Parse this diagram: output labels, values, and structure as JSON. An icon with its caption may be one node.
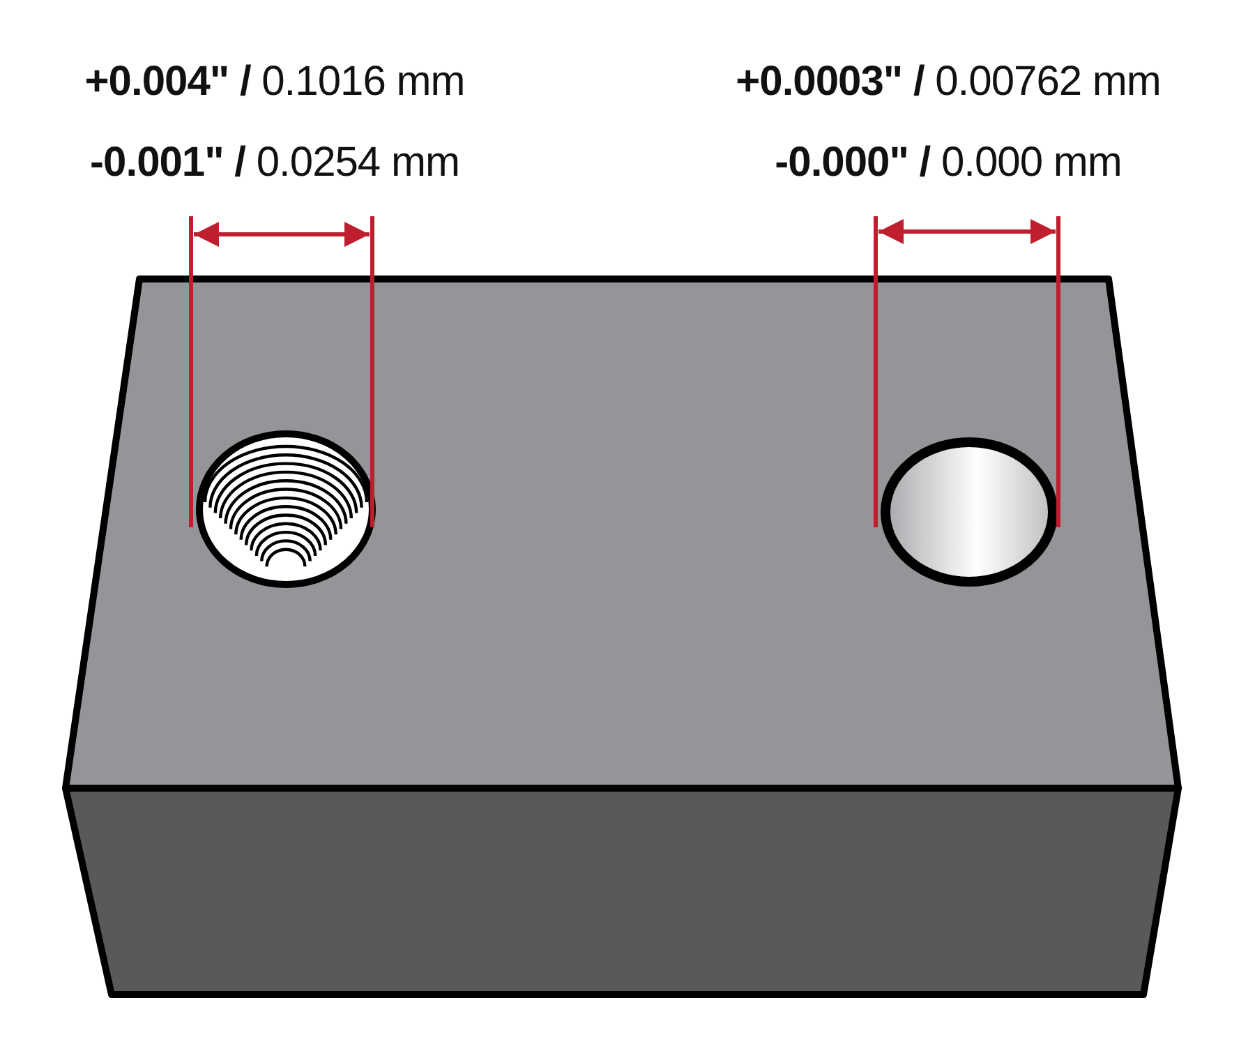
{
  "diagram": {
    "labels": [
      "**+0.004\" /** 0.1016 mm",
      "**-0.001\" /** 0.0254 mm",
      "**+0.0003\" /** 0.00762 mm",
      "**-0.000\" /** 0.000 mm"
    ]
  }
}
